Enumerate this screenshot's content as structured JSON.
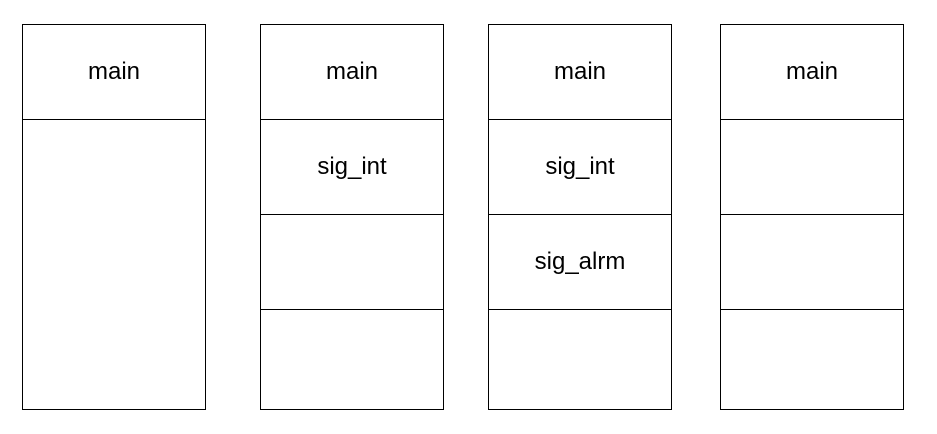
{
  "stacks": [
    {
      "frames": [
        "main",
        ""
      ]
    },
    {
      "frames": [
        "main",
        "sig_int",
        "",
        ""
      ]
    },
    {
      "frames": [
        "main",
        "sig_int",
        "sig_alrm",
        ""
      ]
    },
    {
      "frames": [
        "main",
        "",
        "",
        ""
      ]
    }
  ]
}
